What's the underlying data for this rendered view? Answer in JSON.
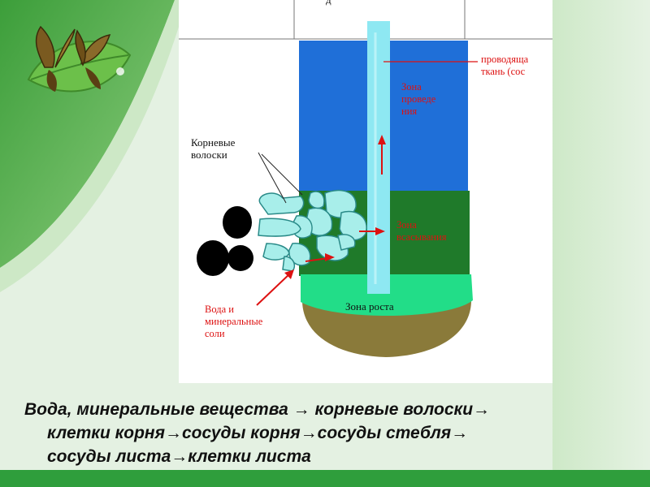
{
  "diagram": {
    "labels": {
      "conducting_tissue": "проводяща\nткань (сос",
      "conduction_zone": "Зона\nпроведе\nния",
      "root_hairs": "Корневые\nволоски",
      "absorption_zone": "Зона\nвсасывания",
      "growth_zone": "Зона роста",
      "water_minerals": "Вода и\nминеральные\nсоли",
      "top_fragment": "д"
    },
    "colors": {
      "conduction_zone": "#1f6fd8",
      "absorption_zone": "#1f7a2a",
      "growth_zone": "#22dd88",
      "root_cap": "#8a7a3a",
      "vessel": "#8ee8f2",
      "root_hair_cells": "#a8eeea",
      "soil_particles": "#000000",
      "arrows": "#d11111"
    }
  },
  "caption": {
    "line1": "Вода,  минеральные вещества → корневые волоски→",
    "line2": "клетки корня→сосуды корня→сосуды стебля→",
    "line3": "сосуды листа→клетки листа"
  },
  "decor": {
    "corner_image": "butterflies-on-leaf"
  }
}
